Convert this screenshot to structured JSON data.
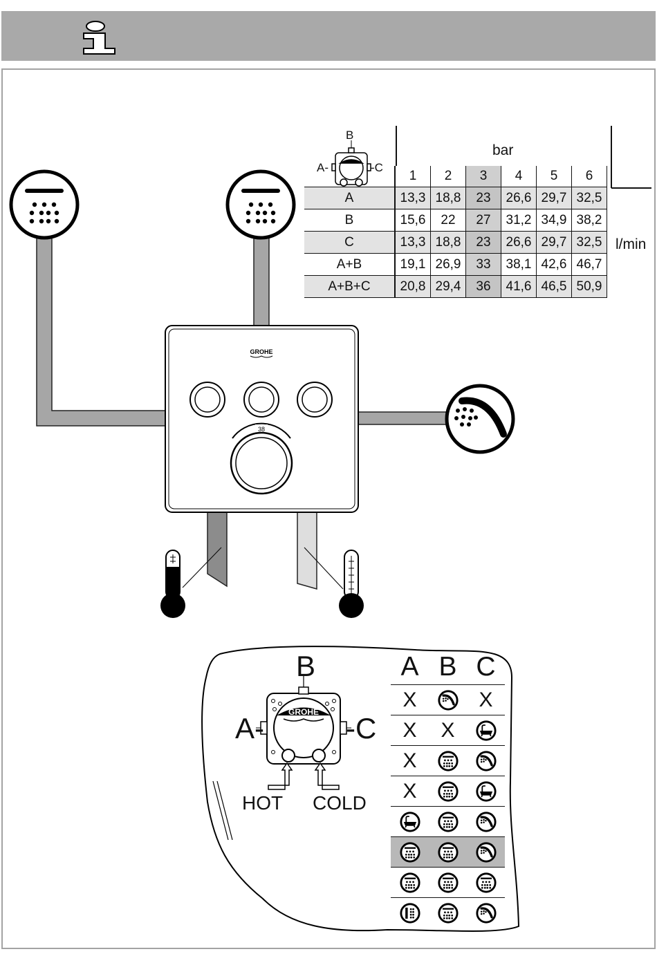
{
  "page": {
    "info_symbol": "i",
    "logo_text": "GROHE",
    "temp_scale": "38"
  },
  "colors": {
    "header": "#a9a9a9",
    "row_shade": "#e3e3e3",
    "column_highlight": "#c4c4c4",
    "selected_row": "#b8b8b8"
  },
  "icons": {
    "header": "info-icon",
    "overhead_shower": "overhead-shower-icon",
    "hand_shower": "hand-shower-icon",
    "bathtub": "bathtub-icon",
    "side_spray": "side-spray-icon",
    "hot_thermometer": "hot-thermometer-icon",
    "cold_thermometer": "cold-thermometer-icon"
  },
  "flow_table": {
    "port_labels": {
      "a": "A-",
      "b": "B",
      "c": "-C"
    },
    "pressure_label": "bar",
    "unit_label": "l/min",
    "pressures": [
      "1",
      "2",
      "3",
      "4",
      "5",
      "6"
    ],
    "rows": [
      {
        "outlet": "A",
        "values": [
          "13,3",
          "18,8",
          "23",
          "26,6",
          "29,7",
          "32,5"
        ]
      },
      {
        "outlet": "B",
        "values": [
          "15,6",
          "22",
          "27",
          "31,2",
          "34,9",
          "38,2"
        ]
      },
      {
        "outlet": "C",
        "values": [
          "13,3",
          "18,8",
          "23",
          "26,6",
          "29,7",
          "32,5"
        ]
      },
      {
        "outlet": "A+B",
        "values": [
          "19,1",
          "26,9",
          "33",
          "38,1",
          "42,6",
          "46,7"
        ]
      },
      {
        "outlet": "A+B+C",
        "values": [
          "20,8",
          "29,4",
          "36",
          "41,6",
          "46,5",
          "50,9"
        ]
      }
    ]
  },
  "connections": {
    "label_a": "A-",
    "label_b": "B",
    "label_c": "-C",
    "hot_label": "HOT",
    "cold_label": "COLD",
    "headers": [
      "A",
      "B",
      "C"
    ],
    "combos": [
      [
        "X",
        "hand",
        "X"
      ],
      [
        "X",
        "X",
        "bath"
      ],
      [
        "X",
        "head",
        "hand"
      ],
      [
        "X",
        "head",
        "bath"
      ],
      [
        "bath",
        "head",
        "hand"
      ],
      [
        "head",
        "head",
        "hand"
      ],
      [
        "head",
        "head",
        "head"
      ],
      [
        "side",
        "head",
        "hand"
      ]
    ]
  }
}
